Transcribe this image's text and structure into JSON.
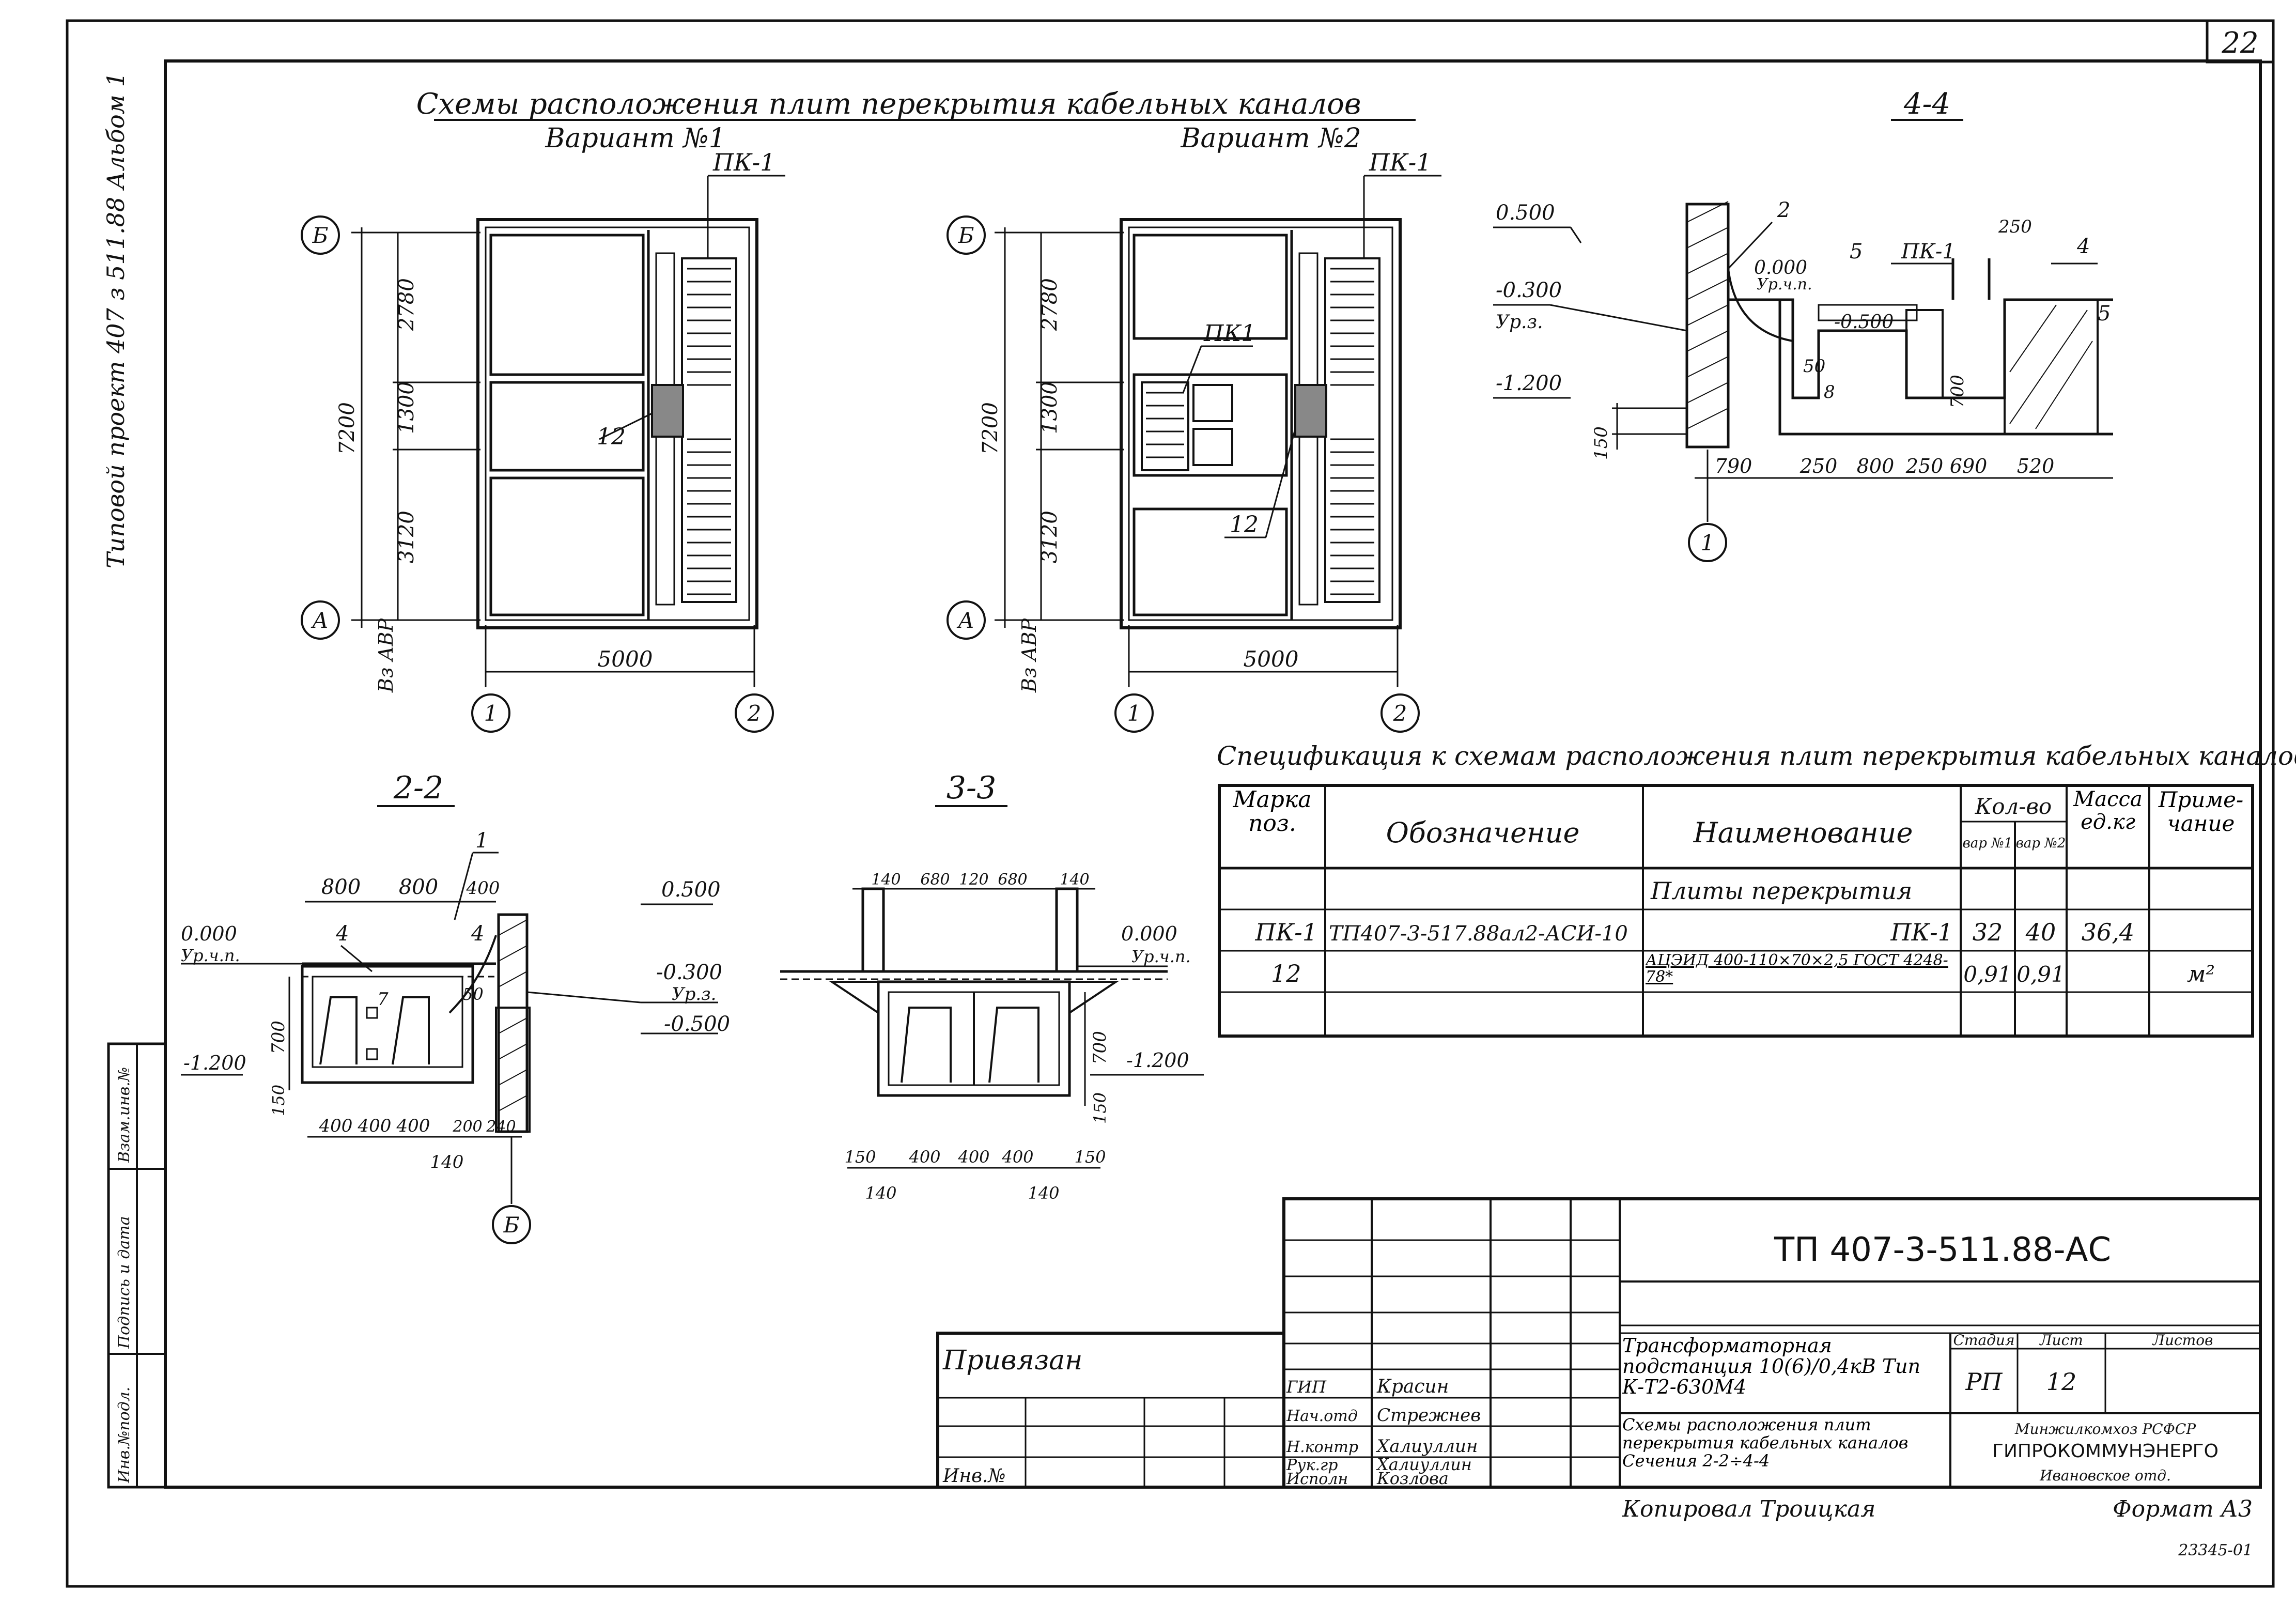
{
  "sheet": {
    "sheet_number": "22",
    "side_stamp": "Типовой проект 407 з 511.88 Альбом 1",
    "title_line": "Схемы расположения плит перекрытия кабельных каналов",
    "variant1": "Вариант №1",
    "variant2": "Вариант №2",
    "footer_copied": "Копировал Троицкая",
    "footer_format": "Формат А3",
    "footer_code": "23345-01"
  },
  "plan1": {
    "pk_label": "ПК-1",
    "axis_b": "Б",
    "axis_a": "А",
    "axis_1": "1",
    "axis_2": "2",
    "dim_total": "7200",
    "dim_top": "2780",
    "dim_mid": "1300",
    "dim_bot": "3120",
    "dim_width": "5000",
    "callout_12": "12",
    "side_label": "Вз АВР"
  },
  "plan2": {
    "pk_label": "ПК-1",
    "pk1_label": "ПК1",
    "axis_b": "Б",
    "axis_a": "А",
    "axis_1": "1",
    "axis_2": "2",
    "dim_total": "7200",
    "dim_top": "2780",
    "dim_mid": "1300",
    "dim_bot": "3120",
    "dim_width": "5000",
    "callout_12": "12",
    "side_label": "Вз АВР"
  },
  "section44": {
    "title": "4-4",
    "lvl_0500": "0.500",
    "lvl_0300": "-0.300",
    "lvl_0300_note": "Ур.з.",
    "lvl_1200": "-1.200",
    "lvl_0000": "0.000",
    "lvl_0000_note": "Ур.ч.п.",
    "lvl_m0500": "-0.500",
    "pos_2": "2",
    "pos_5": "5",
    "pos_pk1": "ПК-1",
    "pos_4": "4",
    "pos_5b": "5",
    "dim_250": "250",
    "dim_50": "50",
    "dim_8": "8",
    "dim_700": "700",
    "dim_150": "150",
    "dims_bottom": [
      "790",
      "250",
      "800",
      "250",
      "690",
      "520"
    ],
    "axis_1": "1"
  },
  "section22": {
    "title": "2-2",
    "dims_top": [
      "800",
      "800",
      "400"
    ],
    "pos_1": "1",
    "pos_4a": "4",
    "pos_4b": "4",
    "pos_7": "7",
    "pos_50": "50",
    "lvl_0000": "0.000",
    "lvl_0000_note": "Ур.ч.п.",
    "lvl_0500": "0.500",
    "lvl_m0300": "-0.300",
    "lvl_m0300_note": "Ур.з.",
    "lvl_m0500": "-0.500",
    "lvl_m1200": "-1.200",
    "dim_700": "700",
    "dim_150": "150",
    "dims_bottom": [
      "400",
      "400",
      "400",
      "200",
      "240"
    ],
    "dim_140": "140",
    "axis_b": "Б"
  },
  "section33": {
    "title": "3-3",
    "dims_top": [
      "140",
      "680",
      "120",
      "680",
      "140"
    ],
    "lvl_0000": "0.000",
    "lvl_0000_note": "Ур.ч.п.",
    "lvl_m1200": "-1.200",
    "dim_700": "700",
    "dim_150": "150",
    "dims_bottom": [
      "150",
      "400",
      "400",
      "400",
      "150"
    ],
    "dim_140a": "140",
    "dim_140b": "140"
  },
  "spec": {
    "title": "Спецификация к схемам расположения плит перекрытия кабельных каналов",
    "headers": {
      "mark": "Марка поз.",
      "designation": "Обозначение",
      "name": "Наименование",
      "qty": "Кол-во",
      "qty_v1": "вар №1",
      "qty_v2": "вар №2",
      "mass": "Масса ед.кг",
      "note": "Приме-чание"
    },
    "rows": [
      {
        "mark": "",
        "designation": "",
        "name": "Плиты перекрытия",
        "v1": "",
        "v2": "",
        "mass": "",
        "note": ""
      },
      {
        "mark": "ПК-1",
        "designation": "ТП407-3-517.88ал2-АСИ-10",
        "name": "ПК-1",
        "v1": "32",
        "v2": "40",
        "mass": "36,4",
        "note": ""
      },
      {
        "mark": "12",
        "designation": "",
        "name": "АЦЭИД 400-110×70×2,5 ГОСТ 4248-78*",
        "v1": "0,91",
        "v2": "0,91",
        "mass": "",
        "note": "м²"
      },
      {
        "mark": "",
        "designation": "",
        "name": "",
        "v1": "",
        "v2": "",
        "mass": "",
        "note": ""
      }
    ]
  },
  "titleblock": {
    "doc_code": "ТП 407-3-511.88-АС",
    "privyazan": "Привязан",
    "inv_no": "Инв.№",
    "staff": [
      {
        "role": "ГИП",
        "name": "Красин"
      },
      {
        "role": "Нач.отд",
        "name": "Стрежнев"
      },
      {
        "role": "Н.контр",
        "name": "Халиуллин"
      },
      {
        "role": "Рук.гр",
        "name": "Халиуллин"
      },
      {
        "role": "Исполн",
        "name": "Козлова"
      }
    ],
    "project_name": "Трансформаторная подстанция 10(6)/0,4кВ Тип К-Т2-630М4",
    "sheet_name": "Схемы расположения плит перекрытия кабельных каналов Сечения 2-2÷4-4",
    "stage_h": "Стадия",
    "list_h": "Лист",
    "lists_h": "Листов",
    "stage": "РП",
    "list": "12",
    "org1": "Минжилкомхоз РСФСР",
    "org2": "ГИПРОКОММУНЭНЕРГО",
    "org3": "Ивановское отд.",
    "side_cols": [
      "Инв.№подл.",
      "Подпись и дата",
      "Взам.инв.№"
    ]
  }
}
